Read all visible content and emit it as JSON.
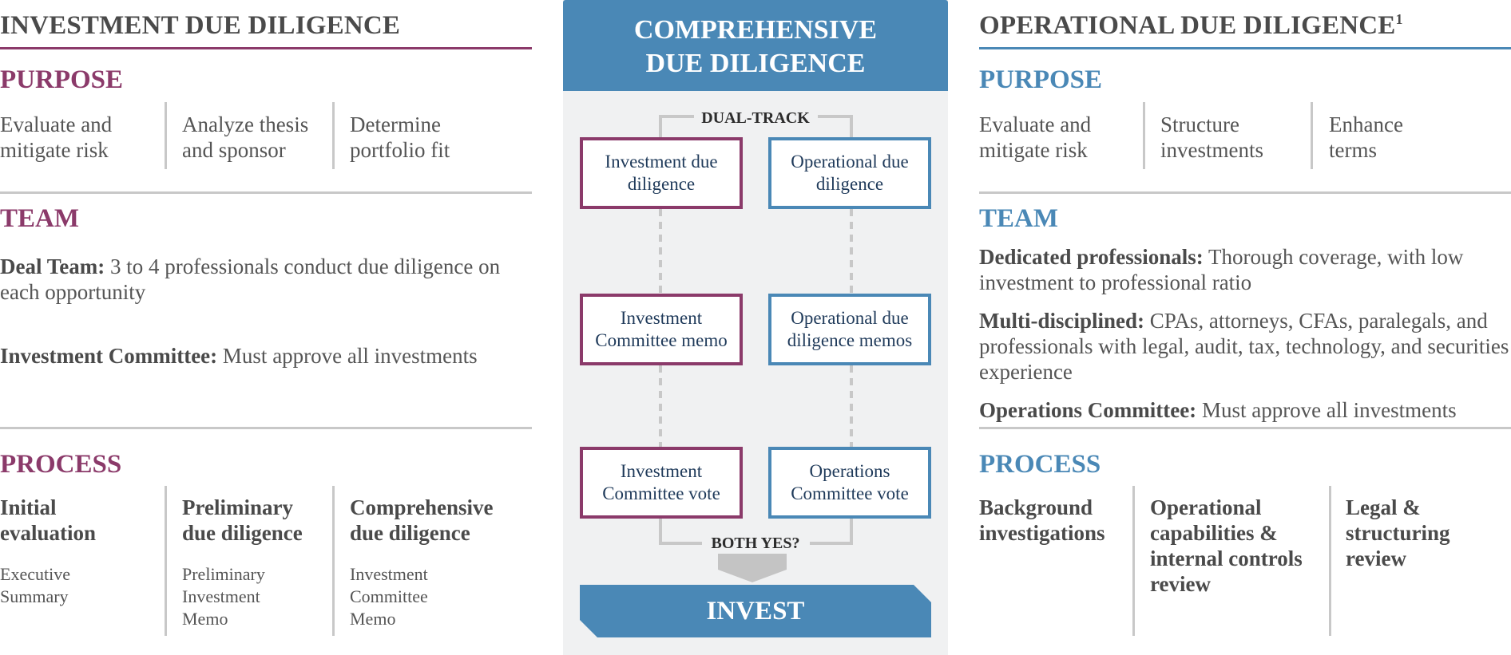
{
  "left": {
    "title": "INVESTMENT DUE DILIGENCE",
    "purpose_heading": "PURPOSE",
    "purpose_items": [
      [
        "Evaluate and",
        "mitigate risk"
      ],
      [
        "Analyze thesis",
        "and sponsor"
      ],
      [
        "Determine",
        "portfolio fit"
      ]
    ],
    "team_heading": "TEAM",
    "team": [
      {
        "bold": "Deal Team:",
        "text": " 3 to 4 professionals conduct due diligence on each opportunity"
      },
      {
        "bold": "Investment Committee:",
        "text": " Must approve all investments"
      }
    ],
    "process_heading": "PROCESS",
    "process_items": [
      {
        "title": [
          "Initial",
          "evaluation"
        ],
        "sub": [
          "Executive",
          "Summary"
        ]
      },
      {
        "title": [
          "Preliminary",
          "due diligence"
        ],
        "sub": [
          "Preliminary",
          "Investment",
          "Memo"
        ]
      },
      {
        "title": [
          "Comprehensive",
          "due diligence"
        ],
        "sub": [
          "Investment",
          "Committee",
          "Memo"
        ]
      }
    ]
  },
  "center": {
    "banner": [
      "COMPREHENSIVE",
      "DUE DILIGENCE"
    ],
    "dual_track": "DUAL-TRACK",
    "left_nodes": [
      [
        "Investment due",
        "diligence"
      ],
      [
        "Investment",
        "Committee memo"
      ],
      [
        "Investment",
        "Committee vote"
      ]
    ],
    "right_nodes": [
      [
        "Operational due",
        "diligence"
      ],
      [
        "Operational due",
        "diligence memos"
      ],
      [
        "Operations",
        "Committee vote"
      ]
    ],
    "both_yes": "BOTH YES?",
    "invest": "INVEST"
  },
  "right": {
    "title": "OPERATIONAL DUE DILIGENCE",
    "title_sup": "1",
    "purpose_heading": "PURPOSE",
    "purpose_items": [
      [
        "Evaluate and",
        "mitigate risk"
      ],
      [
        "Structure",
        "investments"
      ],
      [
        "Enhance",
        "terms"
      ]
    ],
    "team_heading": "TEAM",
    "team": [
      {
        "bold": "Dedicated professionals:",
        "text": " Thorough coverage, with low investment to professional ratio"
      },
      {
        "bold": "Multi-disciplined:",
        "text": " CPAs, attorneys, CFAs, paralegals, and professionals with legal, audit, tax, technology, and securities experience"
      },
      {
        "bold": "Operations Committee:",
        "text": " Must approve all investments"
      }
    ],
    "process_heading": "PROCESS",
    "process_items": [
      {
        "title": [
          "Background",
          "investigations"
        ]
      },
      {
        "title": [
          "Operational",
          "capabilities &",
          "internal controls",
          "review"
        ]
      },
      {
        "title": [
          "Legal &",
          "structuring",
          "review"
        ]
      }
    ]
  },
  "colors": {
    "purple": "#8b3a6a",
    "blue": "#4a88b6",
    "gray": "#c8c8c8",
    "panel": "#f0f1f2"
  }
}
